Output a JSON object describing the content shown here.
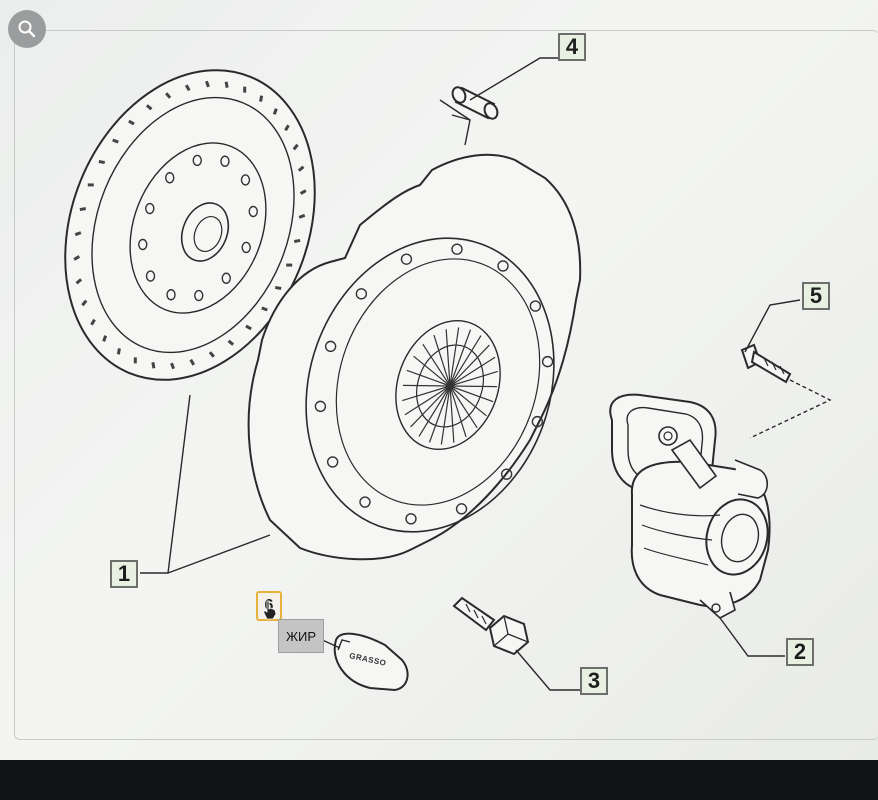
{
  "callouts": [
    {
      "id": "callout-1",
      "number": "1"
    },
    {
      "id": "callout-2",
      "number": "2"
    },
    {
      "id": "callout-3",
      "number": "3"
    },
    {
      "id": "callout-4",
      "number": "4"
    },
    {
      "id": "callout-5",
      "number": "5"
    }
  ],
  "note": {
    "badge": "6",
    "tooltip": "ЖИР",
    "tube_label": "GRASSO"
  },
  "icons": {
    "zoom": "search-icon",
    "cursor": "hand-pointer-icon"
  },
  "colors": {
    "callout_bg": "#e8f0e2",
    "callout_border": "#6b6e6b",
    "badge_border": "#e7b23c",
    "line": "#2a2a2a"
  }
}
